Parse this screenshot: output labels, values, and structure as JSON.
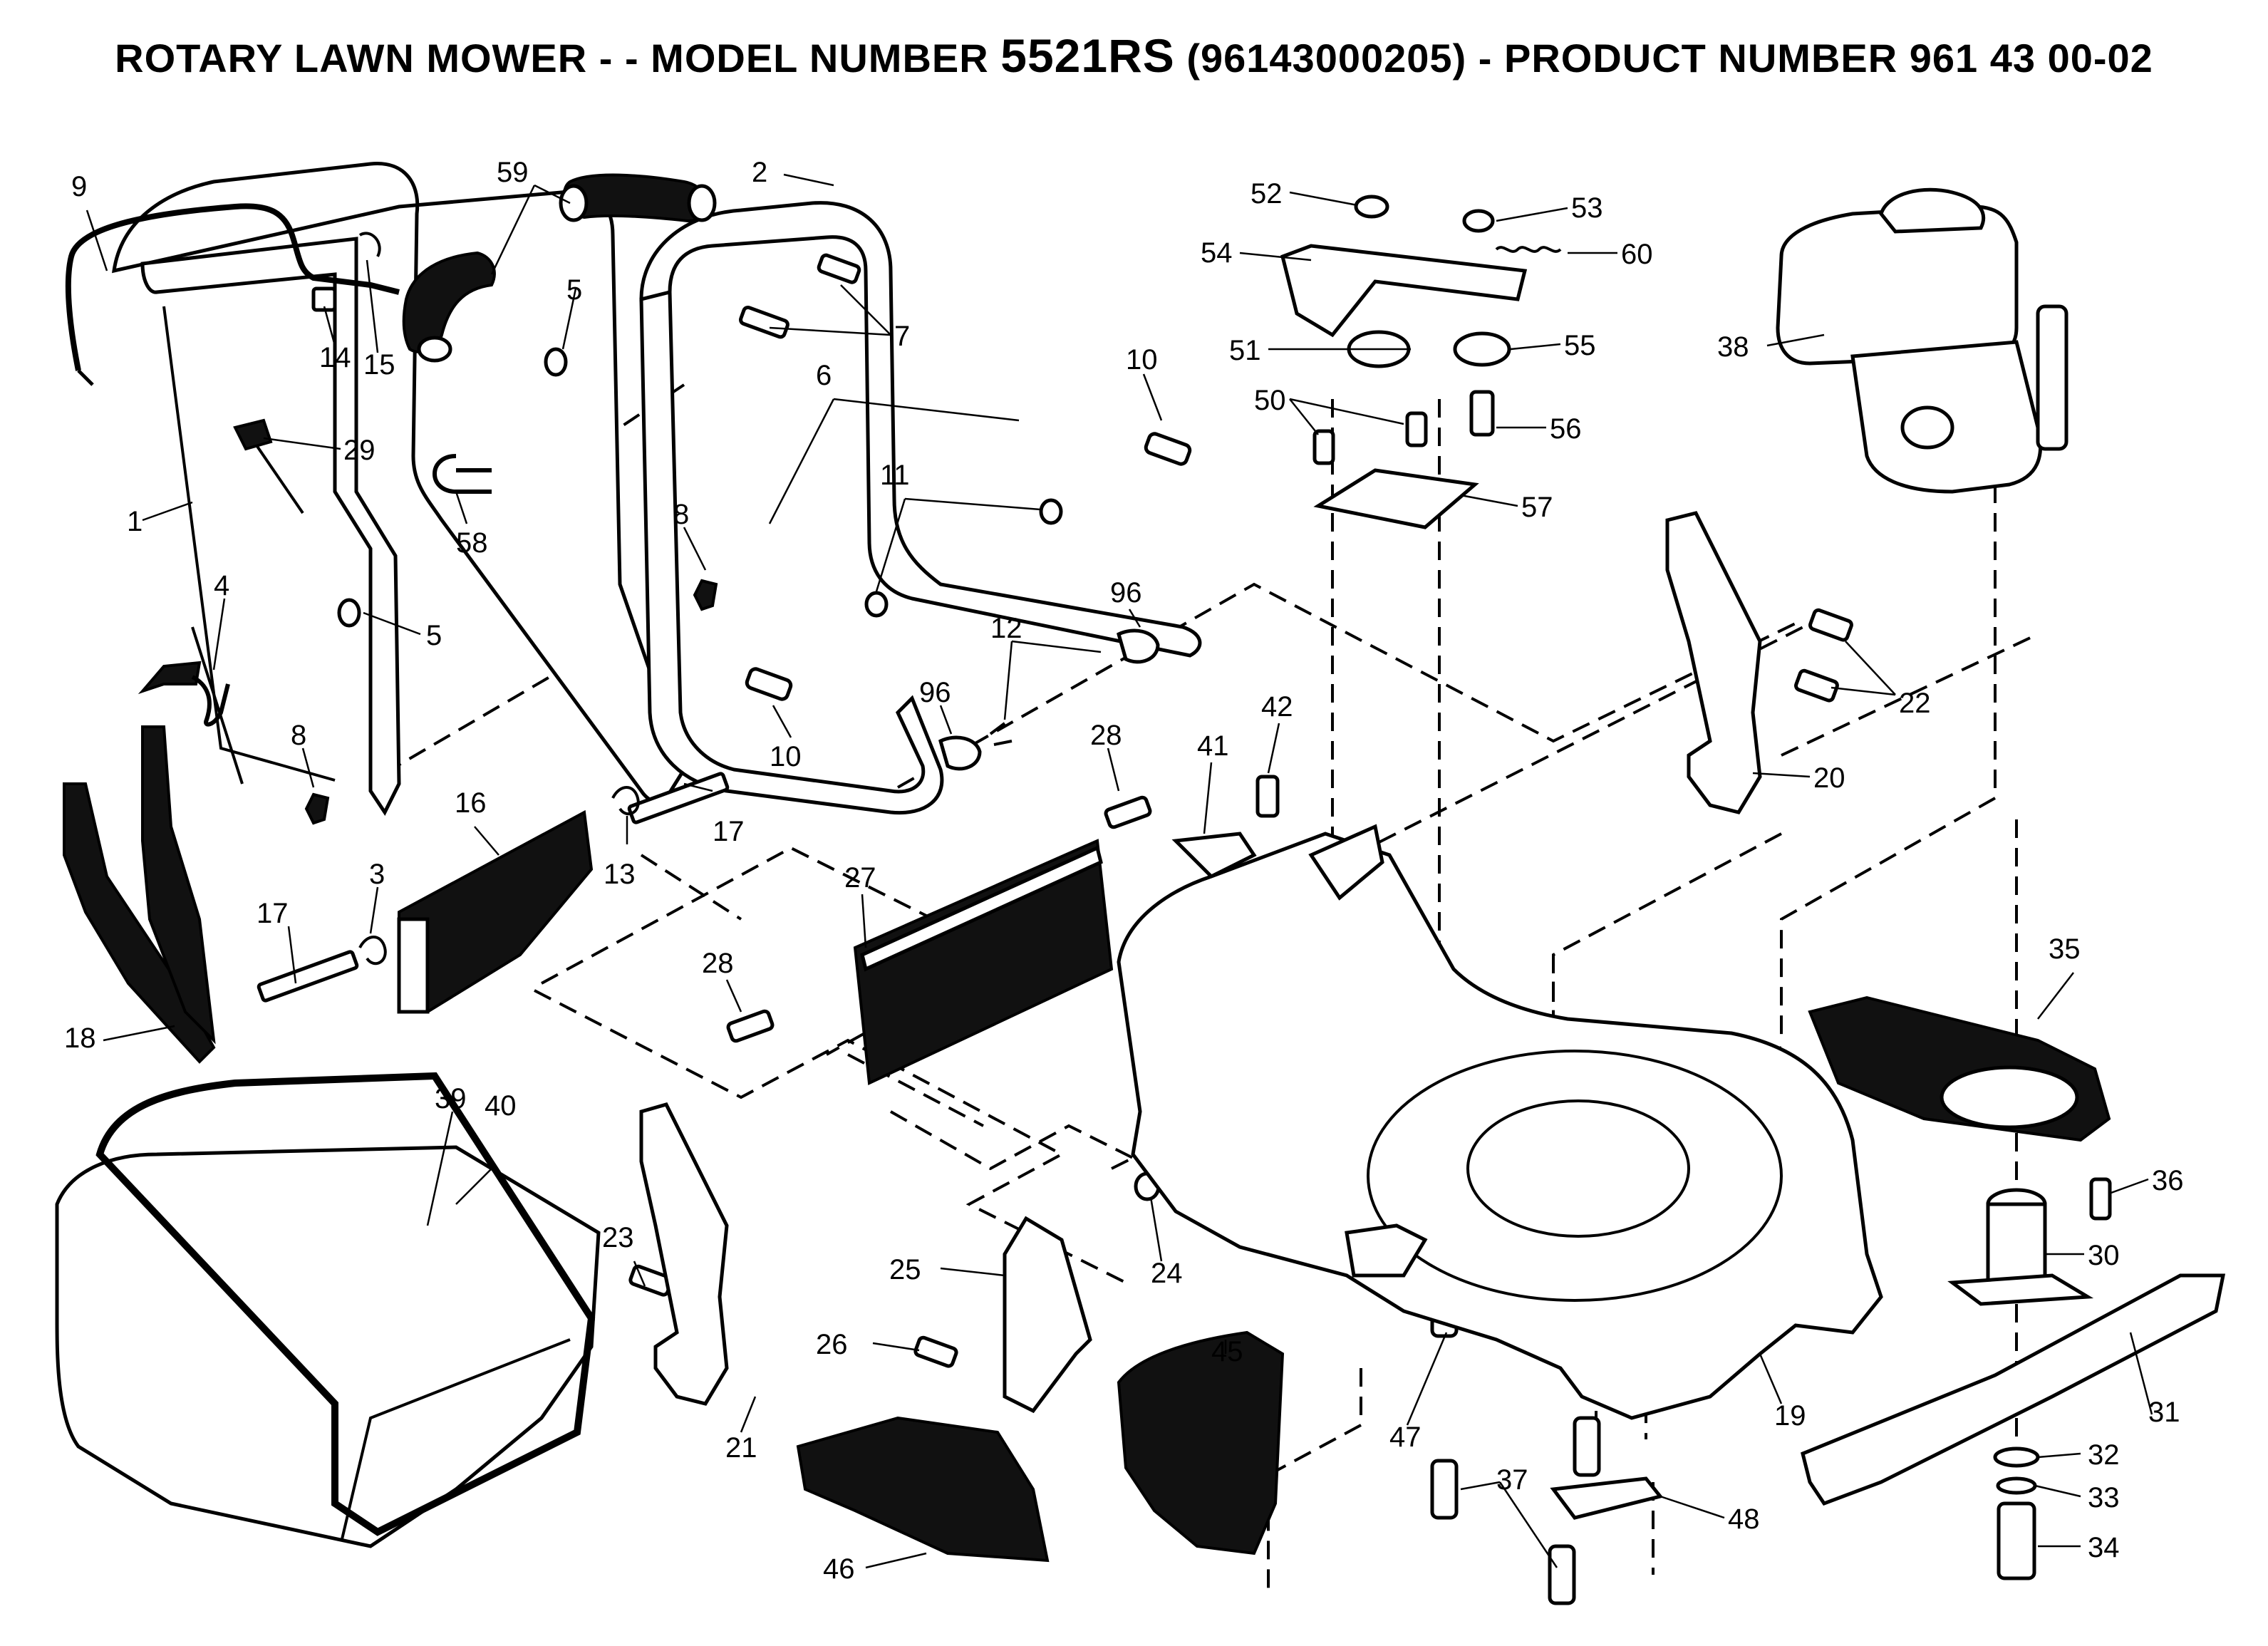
{
  "title": {
    "prefix": "ROTARY LAWN MOWER - - MODEL NUMBER ",
    "model": "5521RS",
    "suffix": " (96143000205) - PRODUCT NUMBER 961 43 00-02"
  },
  "callouts": {
    "c9": "9",
    "c59": "59",
    "c2": "2",
    "c52": "52",
    "c53": "53",
    "c54": "54",
    "c60": "60",
    "c5a": "5",
    "c7": "7",
    "c14": "14",
    "c15": "15",
    "c10a": "10",
    "c51": "51",
    "c55": "55",
    "c38": "38",
    "c29": "29",
    "c6": "6",
    "c50": "50",
    "c56": "56",
    "c1": "1",
    "c58": "58",
    "c11": "11",
    "c57": "57",
    "c8a": "8",
    "c4": "4",
    "c5b": "5",
    "c96a": "96",
    "c12": "12",
    "c22": "22",
    "c96b": "96",
    "c10b": "10",
    "c42": "42",
    "c8b": "8",
    "c17a": "17",
    "c28a": "28",
    "c41": "41",
    "c16": "16",
    "c13": "13",
    "c20": "20",
    "c3": "3",
    "c27": "27",
    "c17b": "17",
    "c35": "35",
    "c28b": "28",
    "c18": "18",
    "c39": "39",
    "c40": "40",
    "c36": "36",
    "c23": "23",
    "c30": "30",
    "c25": "25",
    "c24": "24",
    "c26": "26",
    "c45": "45",
    "c31": "31",
    "c19": "19",
    "c47": "47",
    "c21": "21",
    "c32": "32",
    "c33": "33",
    "c37": "37",
    "c48": "48",
    "c46": "46",
    "c34": "34"
  },
  "colors": {
    "ink": "#000000",
    "paper": "#ffffff"
  }
}
